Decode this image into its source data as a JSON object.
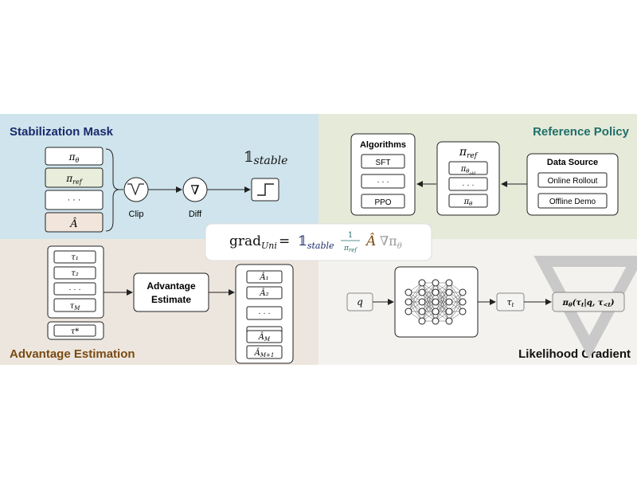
{
  "panels": {
    "stabilization": {
      "title": "Stabilization Mask",
      "title_color": "#1a2a6c",
      "bg": "#cfe4ec"
    },
    "reference": {
      "title": "Reference Policy",
      "title_color": "#1f6f6a",
      "bg": "#e6ead9"
    },
    "advantage": {
      "title": "Advantage Estimation",
      "title_color": "#7a4a12",
      "bg": "#ece6de"
    },
    "likelihood": {
      "title": "Likelihood Gradient",
      "title_color": "#111111",
      "bg": "#f3f2ef"
    }
  },
  "mask": {
    "inputs": [
      "π_θ",
      "π_ref",
      "· · ·",
      "Â"
    ],
    "clip_label": "Clip",
    "diff_label": "Diff",
    "diff_symbol": "∇",
    "indicator": "𝟙",
    "indicator_sub": "stable"
  },
  "reference": {
    "algorithms_title": "Algorithms",
    "algorithms": [
      "SFT",
      "· · ·",
      "PPO"
    ],
    "pi_ref_title": "π_ref",
    "pi_items": [
      "π_θ_old",
      "· · ·",
      "π_θ"
    ],
    "data_source_title": "Data Source",
    "data_sources": [
      "Online Rollout",
      "Offline Demo"
    ]
  },
  "formula": {
    "grad": "grad",
    "grad_sub": "Uni",
    "equals": "=",
    "indicator": "𝟙",
    "indicator_sub": "stable",
    "frac_num": "1",
    "frac_den": "π_ref",
    "adv": "Â",
    "nabla_pi": "∇π",
    "nabla_pi_sub": "θ",
    "colors": {
      "indicator": "#1a2a6c",
      "frac": "#1f6f6a",
      "adv": "#7a4a12",
      "nabla": "#9a9a9a"
    }
  },
  "advantage": {
    "trajectories": [
      "τ₁",
      "τ₂",
      "· · ·",
      "τ_M"
    ],
    "tau_star": "τ*",
    "estimate_label_1": "Advantage",
    "estimate_label_2": "Estimate",
    "outputs": [
      "Â₁",
      "Â₂",
      "· · ·",
      "· · ·",
      "Â_M",
      "Â_M+1"
    ]
  },
  "likelihood": {
    "input": "q",
    "token": "τ_t",
    "output": "π_θ(τ_t|q, τ_<t)",
    "big_nabla": "∇"
  }
}
